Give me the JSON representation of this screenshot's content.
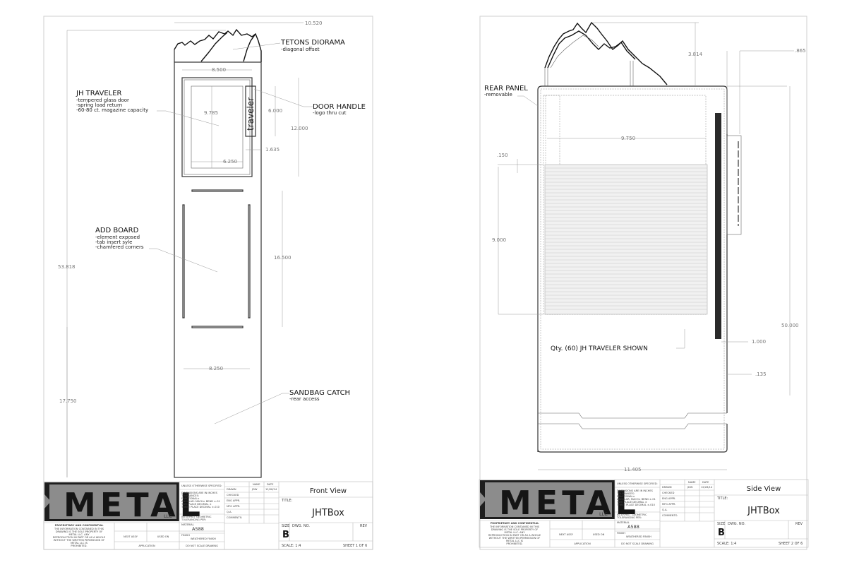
{
  "sheets": [
    {
      "view_name": "Front View",
      "sheet": "SHEET 1 OF 6",
      "drawn_date": "12/08/14",
      "callouts": {
        "tetons": {
          "title": "TETONS DIORAMA",
          "lines": [
            "-diagonal offset"
          ]
        },
        "traveler": {
          "title": "JH TRAVELER",
          "lines": [
            "-tempered glass door",
            "-spring load return",
            "-60-80 ct. magazine capacity"
          ]
        },
        "handle": {
          "title": "DOOR HANDLE",
          "lines": [
            "-logo thru cut"
          ]
        },
        "board": {
          "title": "ADD BOARD",
          "lines": [
            "-element exposed",
            "-tab insert syle",
            "-chamfered corners"
          ]
        },
        "sandbag": {
          "title": "SANDBAG CATCH",
          "lines": [
            "-rear access"
          ]
        }
      },
      "handle_logo": "traveler",
      "dims": {
        "overall_width": "10.520",
        "overall_height": "53.818",
        "door_width": "8.500",
        "glass_height": "9.785",
        "handle_height": "6.000",
        "door_height": "12.000",
        "handle_offset": "1.635",
        "glass_width": "6.250",
        "board_height": "16.500",
        "board_width": "8.250",
        "base_height": "17.750"
      }
    },
    {
      "view_name": "Side View",
      "sheet": "SHEET 2 OF 6",
      "drawn_date": "12/28/14",
      "callouts": {
        "rear": {
          "title": "REAR PANEL",
          "lines": [
            "-removable"
          ]
        },
        "qty": {
          "title": "Qty. (60) JH TRAVELER SHOWN"
        }
      },
      "dims": {
        "mountain_height": "3.814",
        "handle_depth": ".865",
        "inner_depth": "9.750",
        "shelf_gap": ".150",
        "stack_height": "9.000",
        "overall_height": "50.000",
        "handle_offset": "1.000",
        "wall": ".135",
        "overall_depth": "11.405"
      }
    }
  ],
  "title_block": {
    "logo_text": "METAL",
    "logo_suffix": "LLC",
    "unless": "UNLESS OTHERWISE SPECIFIED:",
    "tol_lines": [
      "DIMENSIONS ARE IN INCHES",
      "TOLERANCES:",
      "FRACTIONAL±",
      "ANGULAR: MACH±   BEND ±.01",
      "TWO PLACE DECIMAL   ±",
      "THREE PLACE DECIMAL  ±.010"
    ],
    "interpret": [
      "INTERPRET GEOMETRIC",
      "TOLERANCING PER:"
    ],
    "material_label": "MATERIAL",
    "material": "A588",
    "finish_label": "FINISH",
    "finish": "WEATHERED FINISH",
    "no_scale": "DO NOT SCALE DRAWING",
    "name_hdr": "NAME",
    "date_hdr": "DATE",
    "rows": [
      "DRAWN",
      "CHECKED",
      "ENG APPR.",
      "MFG APPR.",
      "Q.A.",
      "COMMENTS:"
    ],
    "drawn_by": "JDW",
    "title_label": "TITLE:",
    "title": "JHTBox",
    "size_label": "SIZE",
    "size": "B",
    "dwg_label": "DWG.  NO.",
    "rev_label": "REV",
    "scale": "SCALE: 1:4",
    "proprietary": "PROPRIETARY AND CONFIDENTIAL",
    "prop_lines": [
      "THE INFORMATION CONTAINED IN THIS",
      "DRAWING IS THE SOLE PROPERTY OF",
      "METAL LLC. ANY",
      "REPRODUCTION IN PART OR AS A WHOLE",
      "WITHOUT THE WRITTEN PERMISSION OF",
      "METAL LLC IS",
      "PROHIBITED."
    ],
    "next_assy": "NEXT ASSY",
    "used_on": "USED ON",
    "application": "APPLICATION"
  }
}
